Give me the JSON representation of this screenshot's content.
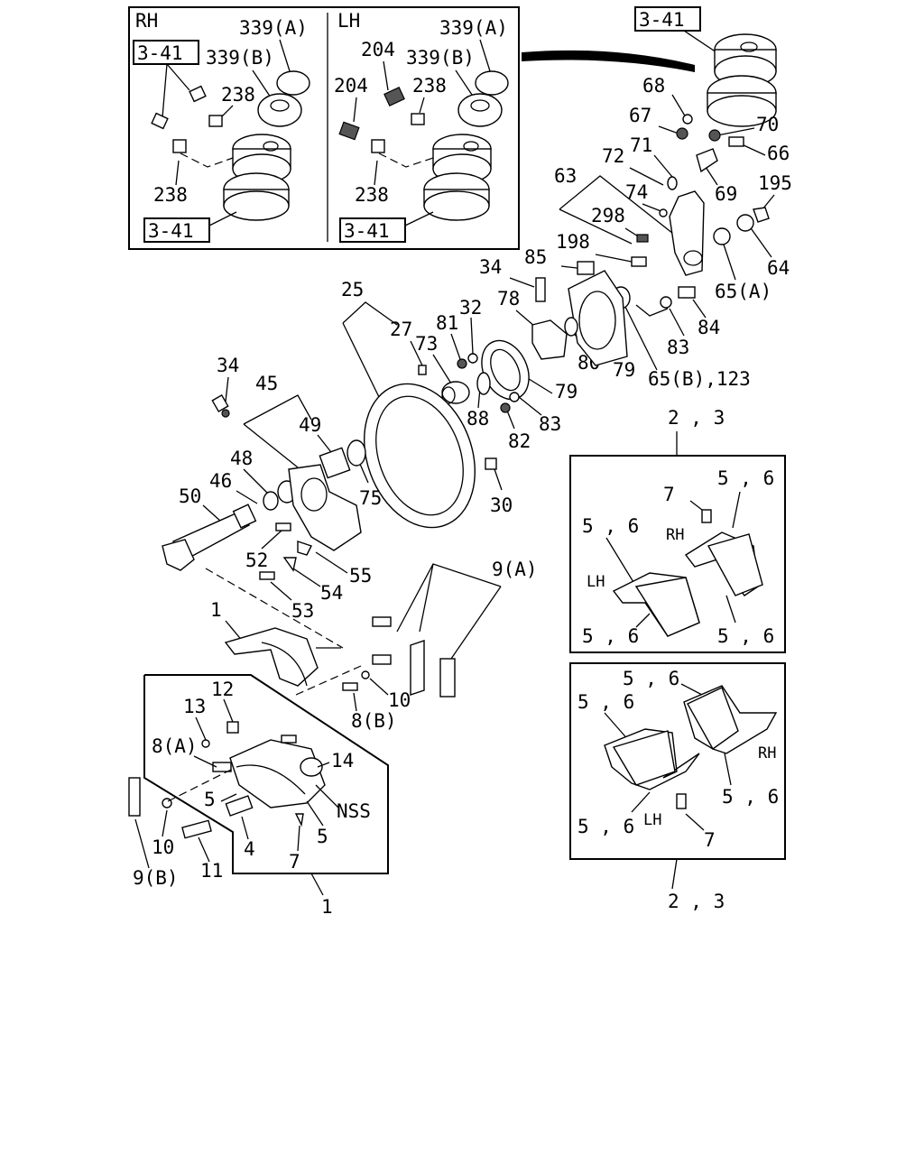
{
  "diagram": {
    "inset_rh": {
      "side": "RH",
      "ref_top": "3-41",
      "ref_bottom": "3-41",
      "labels": [
        "339(A)",
        "339(B)",
        "238",
        "238"
      ]
    },
    "inset_lh": {
      "side": "LH",
      "ref_bottom": "3-41",
      "labels": [
        "339(A)",
        "204",
        "339(B)",
        "204",
        "238",
        "238"
      ]
    },
    "ref_main": "3-41",
    "callouts_upper": [
      "68",
      "67",
      "70",
      "66",
      "71",
      "72",
      "74",
      "69",
      "195",
      "63",
      "298",
      "198",
      "64",
      "65(A)",
      "85",
      "34",
      "78",
      "84",
      "83",
      "65(B),123",
      "80",
      "79",
      "32",
      "81",
      "73",
      "79",
      "88",
      "83",
      "82",
      "25",
      "27"
    ],
    "callouts_mid": [
      "34",
      "45",
      "49",
      "48",
      "46",
      "75",
      "50",
      "52",
      "55",
      "54",
      "53",
      "30"
    ],
    "callouts_lower": [
      "9(A)",
      "1",
      "10",
      "8(B)",
      "12",
      "13",
      "8(A)",
      "14",
      "NSS",
      "5",
      "5",
      "10",
      "4",
      "7",
      "9(B)",
      "11",
      "1"
    ],
    "box_upper": {
      "title": "2 , 3",
      "side_a": "RH",
      "side_b": "LH",
      "labels": [
        "7",
        "5 , 6",
        "5 , 6",
        "5 , 6",
        "5 , 6"
      ]
    },
    "box_lower": {
      "title": "2 , 3",
      "side_a": "RH",
      "side_b": "LH",
      "labels": [
        "5 , 6",
        "5 , 6",
        "5 , 6",
        "5 , 6",
        "7"
      ]
    }
  }
}
